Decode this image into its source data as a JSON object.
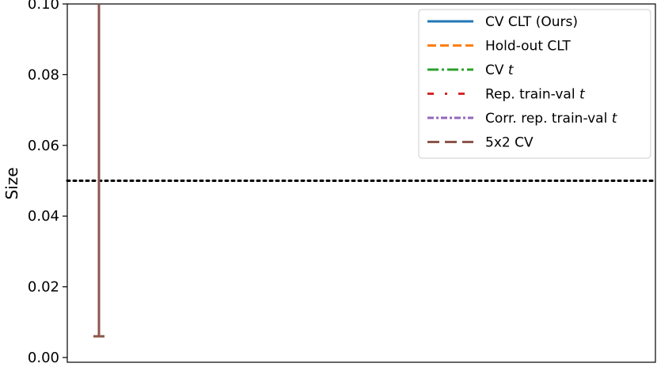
{
  "chart_data": {
    "type": "line",
    "title": "",
    "xlabel": "",
    "ylabel": "Size",
    "ylim": [
      0.0,
      0.1
    ],
    "yticks": [
      0.0,
      0.02,
      0.04,
      0.06,
      0.08,
      0.1
    ],
    "ytick_labels": [
      "0.00",
      "0.02",
      "0.04",
      "0.06",
      "0.08",
      "0.10"
    ],
    "reference_line": {
      "y": 0.05,
      "style": "dotted",
      "color": "#000000"
    },
    "grid": false,
    "legend_position": "top-right",
    "series": [
      {
        "name": "CV CLT (Ours)",
        "color": "#1f77b4",
        "dash": "solid",
        "values": []
      },
      {
        "name": "Hold-out CLT",
        "color": "#ff7f0e",
        "dash": "dashed",
        "values": []
      },
      {
        "name": "CV t",
        "color": "#2ca02c",
        "dash": "dashdot",
        "values": []
      },
      {
        "name": "Rep. train-val t",
        "color": "#d62728",
        "dash": "loosedashdot",
        "values": []
      },
      {
        "name": "Corr. rep. train-val t",
        "color": "#9467bd",
        "dash": "densedashdot",
        "values": []
      },
      {
        "name": "5x2 CV",
        "color": "#8c564b",
        "dash": "longdash",
        "values": [],
        "errorbar": {
          "low": 0.006,
          "high": 0.1
        }
      }
    ]
  }
}
